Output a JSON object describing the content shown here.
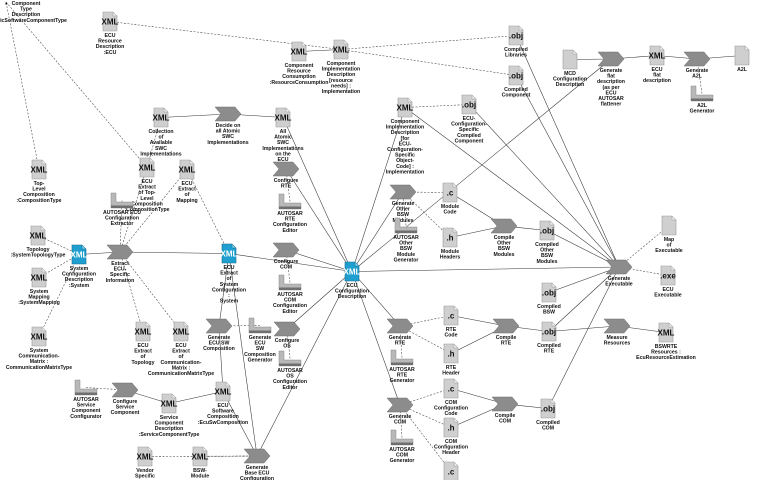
{
  "nodes": [
    {
      "id": "n1",
      "kind": "label",
      "text": "Component\nType\nDescription\n:AtomicSoftwareComponentType"
    },
    {
      "id": "n2",
      "kind": "doc",
      "badge": "XML",
      "text": "ECU\nResource\nDescription\n:ECU"
    },
    {
      "id": "n3",
      "kind": "doc",
      "badge": "XML",
      "text": "Component\nResource\nConsumption\n:ResourceConsumption"
    },
    {
      "id": "n4",
      "kind": "doc",
      "badge": "XML",
      "text": "Component\nImplementation\nDescription\n[resource\nneeds] :\nImplementation"
    },
    {
      "id": "n5",
      "kind": "doc",
      "badge": ".obj",
      "text": "Compiled\nLibraries"
    },
    {
      "id": "n6",
      "kind": "doc",
      "badge": ".obj",
      "text": "Compiled\nComponent"
    },
    {
      "id": "n7",
      "kind": "doc",
      "badge": "",
      "text": "MCD\nConfiguration\nDescription"
    },
    {
      "id": "n8",
      "kind": "act",
      "text": "Generate\nflat\ndescription\n(as per\nECU\nAUTOSAR\nflattener"
    },
    {
      "id": "n9",
      "kind": "doc",
      "badge": "XML",
      "text": "ECU\nflat\ndescription"
    },
    {
      "id": "n10",
      "kind": "act",
      "text": "Generate\nA2L"
    },
    {
      "id": "n11",
      "kind": "doc",
      "badge": "",
      "text": "A2L"
    },
    {
      "id": "n12",
      "kind": "tool",
      "text": "A2L\nGenerator"
    },
    {
      "id": "n13",
      "kind": "doc",
      "badge": "XML",
      "text": "Collection\nof\nAvailable\nSWC\nImplementations"
    },
    {
      "id": "n14",
      "kind": "act",
      "text": "Decide on\nall Atomic\nSWC\nImplementations"
    },
    {
      "id": "n15",
      "kind": "doc",
      "badge": "XML",
      "text": "All\nAtomic\nSWC\nImplementations\non the\nECU"
    },
    {
      "id": "n16",
      "kind": "doc",
      "badge": "XML",
      "text": "Component\nImplementation\nDescription\n[for\nECU-\nConfiguration-\nSpecific\nObject-\nCode] :\nImplementation"
    },
    {
      "id": "n17",
      "kind": "doc",
      "badge": ".obj",
      "text": "ECU-\nConfiguration-\nSpecific\nCompiled\nComponent"
    },
    {
      "id": "n18",
      "kind": "doc",
      "badge": "XML",
      "text": "Top-\nLevel\nComposition\n:CompositionType"
    },
    {
      "id": "n19",
      "kind": "doc",
      "badge": "XML",
      "text": "ECU\nExtract\nof Top-\nLevel\nComposition\n:CompositionType"
    },
    {
      "id": "n20",
      "kind": "doc",
      "badge": "XML",
      "text": "ECU\nExtract\nof\nMapping"
    },
    {
      "id": "n21",
      "kind": "act",
      "text": "Configure\nRTE"
    },
    {
      "id": "n22",
      "kind": "tool",
      "text": "AUTOSAR\nRTE\nConfiguration\nEditor"
    },
    {
      "id": "n23",
      "kind": "tool",
      "text": "AUTOSAR ECU\nConfiguration\nExtractor"
    },
    {
      "id": "n24",
      "kind": "doc",
      "badge": "XML",
      "text": "Topology\n:SystemTopologyType"
    },
    {
      "id": "n25",
      "kind": "docblue",
      "badge": "XML",
      "text": "System\nConfiguration\nDescription\n:System"
    },
    {
      "id": "n26",
      "kind": "act",
      "text": "Extract\nECU-\nSpecific\nInformation"
    },
    {
      "id": "n27",
      "kind": "docblue",
      "badge": "XML",
      "text": "ECU\nExtract\nof\nSystem\nConfiguration\n:\nSystem"
    },
    {
      "id": "n28",
      "kind": "act",
      "text": "Configure\nCOM"
    },
    {
      "id": "n29",
      "kind": "tool",
      "text": "AUTOSAR\nCOM\nConfiguration\nEditor"
    },
    {
      "id": "n30",
      "kind": "docblue",
      "badge": "XML",
      "text": "ECU\nConfiguration\nDescription"
    },
    {
      "id": "n31",
      "kind": "act",
      "text": "Generate\nOther\nBSW\nModules"
    },
    {
      "id": "n32",
      "kind": "doc",
      "badge": ".c",
      "text": "Module\nCode"
    },
    {
      "id": "n33",
      "kind": "doc",
      "badge": ".h",
      "text": "Module\nHeaders"
    },
    {
      "id": "n34",
      "kind": "act",
      "text": "Compile\nOther\nBSW\nModules"
    },
    {
      "id": "n35",
      "kind": "doc",
      "badge": ".obj",
      "text": "Compiled\nOther\nBSW\nModules"
    },
    {
      "id": "n36",
      "kind": "tool",
      "text": "AUTOSAR\nOther\nBSW\nModule\nGenerator"
    },
    {
      "id": "n37",
      "kind": "doc",
      "badge": "XML",
      "text": "System\nMapping\n:SystemMapping"
    },
    {
      "id": "n38",
      "kind": "doc",
      "badge": "XML",
      "text": "System\nCommunication-\nMatrix :\nCommunicationMatrixType"
    },
    {
      "id": "n39",
      "kind": "doc",
      "badge": "XML",
      "text": "ECU\nExtract\nof\nTopology"
    },
    {
      "id": "n40",
      "kind": "doc",
      "badge": "XML",
      "text": "ECU\nExtract\nof\nCommunication-\nMatrix :\nCommunicationMatrixType"
    },
    {
      "id": "n41",
      "kind": "act",
      "text": "Generate\nECU SW\nComposition"
    },
    {
      "id": "n42",
      "kind": "tool",
      "text": "Generate\nECU\nSW\nComposition\nGenerator"
    },
    {
      "id": "n43",
      "kind": "act",
      "text": "Configure\nOS"
    },
    {
      "id": "n44",
      "kind": "tool",
      "text": "AUTOSAR\nOS\nConfiguration\nEditor"
    },
    {
      "id": "n45",
      "kind": "doc",
      "badge": "",
      "text": "Map\nof\nExecutable"
    },
    {
      "id": "n46",
      "kind": "doc",
      "badge": ".exe",
      "text": "ECU\nExecutable"
    },
    {
      "id": "n47",
      "kind": "act",
      "text": "Generate\nExecutable"
    },
    {
      "id": "n48",
      "kind": "doc",
      "badge": ".obj",
      "text": "Compiled\nBSW"
    },
    {
      "id": "n49",
      "kind": "doc",
      "badge": ".obj",
      "text": "Compiled\nRTE"
    },
    {
      "id": "n50",
      "kind": "act",
      "text": "Measure\nResources"
    },
    {
      "id": "n51",
      "kind": "doc",
      "badge": "XML",
      "text": "BSWRTE\nResources :\nEcuResourceEstimation"
    },
    {
      "id": "n52",
      "kind": "act",
      "text": "Generate\nRTE"
    },
    {
      "id": "n53",
      "kind": "doc",
      "badge": ".c",
      "text": "RTE\nCode"
    },
    {
      "id": "n54",
      "kind": "doc",
      "badge": ".h",
      "text": "RTE\nHeader"
    },
    {
      "id": "n55",
      "kind": "act",
      "text": "Compile\nRTE"
    },
    {
      "id": "n56",
      "kind": "tool",
      "text": "AUTOSAR\nRTE\nGenerator"
    },
    {
      "id": "n57",
      "kind": "tool",
      "text": "AUTOSAR\nService\nComponent\nConfigurator"
    },
    {
      "id": "n58",
      "kind": "act",
      "text": "Configure\nService\nComponent"
    },
    {
      "id": "n59",
      "kind": "doc",
      "badge": "XML",
      "text": "Service\nComponent\nDescription\n:ServiceComponentType"
    },
    {
      "id": "n60",
      "kind": "doc",
      "badge": "XML",
      "text": "ECU\nSoftware\nComposition\n:EcuSwComposition"
    },
    {
      "id": "n61",
      "kind": "act",
      "text": "Generate\nBase ECU\nConfiguration"
    },
    {
      "id": "n62",
      "kind": "act",
      "text": "Generate\nCOM"
    },
    {
      "id": "n63",
      "kind": "doc",
      "badge": ".c",
      "text": "COM\nConfiguration\nCode"
    },
    {
      "id": "n64",
      "kind": "doc",
      "badge": ".h",
      "text": "COM\nConfiguration\nHeader"
    },
    {
      "id": "n65",
      "kind": "act",
      "text": "Compile\nCOM"
    },
    {
      "id": "n66",
      "kind": "doc",
      "badge": ".obj",
      "text": "Compiled\nCOM"
    },
    {
      "id": "n67",
      "kind": "tool",
      "text": "AUTOSAR\nCOM\nGenerator"
    },
    {
      "id": "n68",
      "kind": "doc",
      "badge": "XML",
      "text": "Vendor\nSpecific"
    },
    {
      "id": "n69",
      "kind": "doc",
      "badge": "XML",
      "text": "BSW-\nModule"
    },
    {
      "id": "n70",
      "kind": "doc",
      "badge": ".c",
      "text": ""
    }
  ],
  "edges": [
    {
      "from": "n1",
      "to": "n19",
      "style": "dash"
    },
    {
      "from": "n2",
      "to": "n4",
      "style": "dash"
    },
    {
      "from": "n3",
      "to": "n4",
      "style": "solid"
    },
    {
      "from": "n4",
      "to": "n5",
      "style": "dash"
    },
    {
      "from": "n4",
      "to": "n6",
      "style": "dash"
    },
    {
      "from": "n5",
      "to": "n47",
      "style": "solid"
    },
    {
      "from": "n6",
      "to": "n47",
      "style": "solid"
    },
    {
      "from": "n7",
      "to": "n8",
      "style": "solid"
    },
    {
      "from": "n8",
      "to": "n9",
      "style": "solid"
    },
    {
      "from": "n9",
      "to": "n10",
      "style": "solid"
    },
    {
      "from": "n10",
      "to": "n11",
      "style": "solid"
    },
    {
      "from": "n12",
      "to": "n10",
      "style": "dash"
    },
    {
      "from": "n13",
      "to": "n14",
      "style": "solid"
    },
    {
      "from": "n14",
      "to": "n15",
      "style": "solid"
    },
    {
      "from": "n15",
      "to": "n30",
      "style": "solid"
    },
    {
      "from": "n16",
      "to": "n17",
      "style": "dash"
    },
    {
      "from": "n17",
      "to": "n47",
      "style": "solid"
    },
    {
      "from": "n16",
      "to": "n47",
      "style": "solid"
    },
    {
      "from": "n18",
      "to": "n1",
      "style": "dash"
    },
    {
      "from": "n19",
      "to": "n13",
      "style": "dash"
    },
    {
      "from": "n20",
      "to": "n27",
      "style": "dash"
    },
    {
      "from": "n21",
      "to": "n30",
      "style": "solid"
    },
    {
      "from": "n22",
      "to": "n21",
      "style": "dash"
    },
    {
      "from": "n23",
      "to": "n26",
      "style": "dash"
    },
    {
      "from": "n24",
      "to": "n25",
      "style": "dash"
    },
    {
      "from": "n25",
      "to": "n26",
      "style": "solid"
    },
    {
      "from": "n26",
      "to": "n27",
      "style": "solid"
    },
    {
      "from": "n26",
      "to": "n19",
      "style": "dash"
    },
    {
      "from": "n26",
      "to": "n20",
      "style": "dash"
    },
    {
      "from": "n26",
      "to": "n39",
      "style": "dash"
    },
    {
      "from": "n26",
      "to": "n40",
      "style": "dash"
    },
    {
      "from": "n27",
      "to": "n30",
      "style": "solid"
    },
    {
      "from": "n27",
      "to": "n41",
      "style": "solid"
    },
    {
      "from": "n27",
      "to": "n61",
      "style": "solid"
    },
    {
      "from": "n28",
      "to": "n30",
      "style": "solid"
    },
    {
      "from": "n29",
      "to": "n28",
      "style": "dash"
    },
    {
      "from": "n30",
      "to": "n31",
      "style": "solid"
    },
    {
      "from": "n30",
      "to": "n52",
      "style": "solid"
    },
    {
      "from": "n30",
      "to": "n62",
      "style": "solid"
    },
    {
      "from": "n30",
      "to": "n16",
      "style": "solid"
    },
    {
      "from": "n30",
      "to": "n8",
      "style": "solid"
    },
    {
      "from": "n30",
      "to": "n47",
      "style": "solid"
    },
    {
      "from": "n31",
      "to": "n32",
      "style": "dash"
    },
    {
      "from": "n31",
      "to": "n33",
      "style": "dash"
    },
    {
      "from": "n32",
      "to": "n34",
      "style": "solid"
    },
    {
      "from": "n33",
      "to": "n34",
      "style": "solid"
    },
    {
      "from": "n34",
      "to": "n35",
      "style": "solid"
    },
    {
      "from": "n35",
      "to": "n47",
      "style": "solid"
    },
    {
      "from": "n36",
      "to": "n31",
      "style": "dash"
    },
    {
      "from": "n37",
      "to": "n25",
      "style": "dash"
    },
    {
      "from": "n38",
      "to": "n25",
      "style": "dash"
    },
    {
      "from": "n41",
      "to": "n60",
      "style": "solid"
    },
    {
      "from": "n42",
      "to": "n41",
      "style": "dash"
    },
    {
      "from": "n43",
      "to": "n30",
      "style": "solid"
    },
    {
      "from": "n44",
      "to": "n43",
      "style": "dash"
    },
    {
      "from": "n47",
      "to": "n45",
      "style": "dash"
    },
    {
      "from": "n47",
      "to": "n46",
      "style": "dash"
    },
    {
      "from": "n48",
      "to": "n47",
      "style": "solid"
    },
    {
      "from": "n49",
      "to": "n47",
      "style": "solid"
    },
    {
      "from": "n49",
      "to": "n50",
      "style": "solid"
    },
    {
      "from": "n50",
      "to": "n51",
      "style": "solid"
    },
    {
      "from": "n52",
      "to": "n53",
      "style": "dash"
    },
    {
      "from": "n52",
      "to": "n54",
      "style": "dash"
    },
    {
      "from": "n53",
      "to": "n55",
      "style": "solid"
    },
    {
      "from": "n54",
      "to": "n55",
      "style": "solid"
    },
    {
      "from": "n55",
      "to": "n49",
      "style": "solid"
    },
    {
      "from": "n56",
      "to": "n52",
      "style": "dash"
    },
    {
      "from": "n57",
      "to": "n58",
      "style": "dash"
    },
    {
      "from": "n58",
      "to": "n59",
      "style": "solid"
    },
    {
      "from": "n59",
      "to": "n60",
      "style": "solid"
    },
    {
      "from": "n60",
      "to": "n61",
      "style": "solid"
    },
    {
      "from": "n61",
      "to": "n30",
      "style": "solid"
    },
    {
      "from": "n62",
      "to": "n63",
      "style": "dash"
    },
    {
      "from": "n62",
      "to": "n64",
      "style": "dash"
    },
    {
      "from": "n63",
      "to": "n65",
      "style": "solid"
    },
    {
      "from": "n64",
      "to": "n65",
      "style": "solid"
    },
    {
      "from": "n65",
      "to": "n66",
      "style": "solid"
    },
    {
      "from": "n66",
      "to": "n47",
      "style": "solid"
    },
    {
      "from": "n67",
      "to": "n62",
      "style": "dash"
    },
    {
      "from": "n68",
      "to": "n61",
      "style": "dash"
    },
    {
      "from": "n69",
      "to": "n61",
      "style": "dash"
    },
    {
      "from": "n62",
      "to": "n70",
      "style": "dash"
    }
  ]
}
